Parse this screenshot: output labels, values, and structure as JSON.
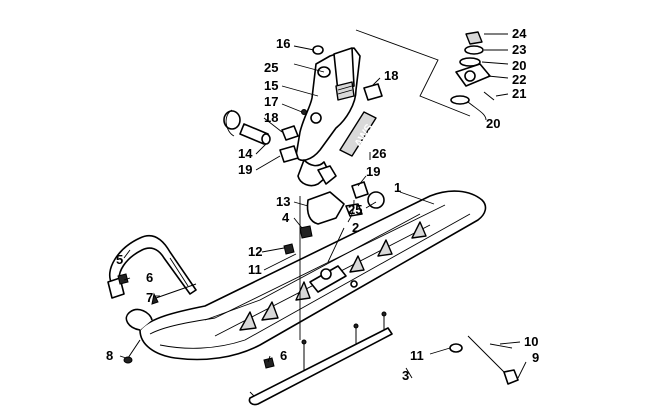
{
  "diagram": {
    "callouts": [
      {
        "id": "c1",
        "label": "1"
      },
      {
        "id": "c2",
        "label": "2"
      },
      {
        "id": "c3",
        "label": "3"
      },
      {
        "id": "c4",
        "label": "4"
      },
      {
        "id": "c5",
        "label": "5"
      },
      {
        "id": "c6a",
        "label": "6"
      },
      {
        "id": "c6b",
        "label": "6"
      },
      {
        "id": "c7",
        "label": "7"
      },
      {
        "id": "c8",
        "label": "8"
      },
      {
        "id": "c9",
        "label": "9"
      },
      {
        "id": "c10",
        "label": "10"
      },
      {
        "id": "c11a",
        "label": "11"
      },
      {
        "id": "c11b",
        "label": "11"
      },
      {
        "id": "c12",
        "label": "12"
      },
      {
        "id": "c13",
        "label": "13"
      },
      {
        "id": "c14",
        "label": "14"
      },
      {
        "id": "c15",
        "label": "15"
      },
      {
        "id": "c16",
        "label": "16"
      },
      {
        "id": "c17",
        "label": "17"
      },
      {
        "id": "c18a",
        "label": "18"
      },
      {
        "id": "c18b",
        "label": "18"
      },
      {
        "id": "c19a",
        "label": "19"
      },
      {
        "id": "c19b",
        "label": "19"
      },
      {
        "id": "c20a",
        "label": "20"
      },
      {
        "id": "c20b",
        "label": "20"
      },
      {
        "id": "c21",
        "label": "21"
      },
      {
        "id": "c22",
        "label": "22"
      },
      {
        "id": "c23",
        "label": "23"
      },
      {
        "id": "c24",
        "label": "24"
      },
      {
        "id": "c25a",
        "label": "25"
      },
      {
        "id": "c25b",
        "label": "25"
      },
      {
        "id": "c26",
        "label": "26"
      }
    ],
    "spindle_decal_text": "AWS"
  }
}
